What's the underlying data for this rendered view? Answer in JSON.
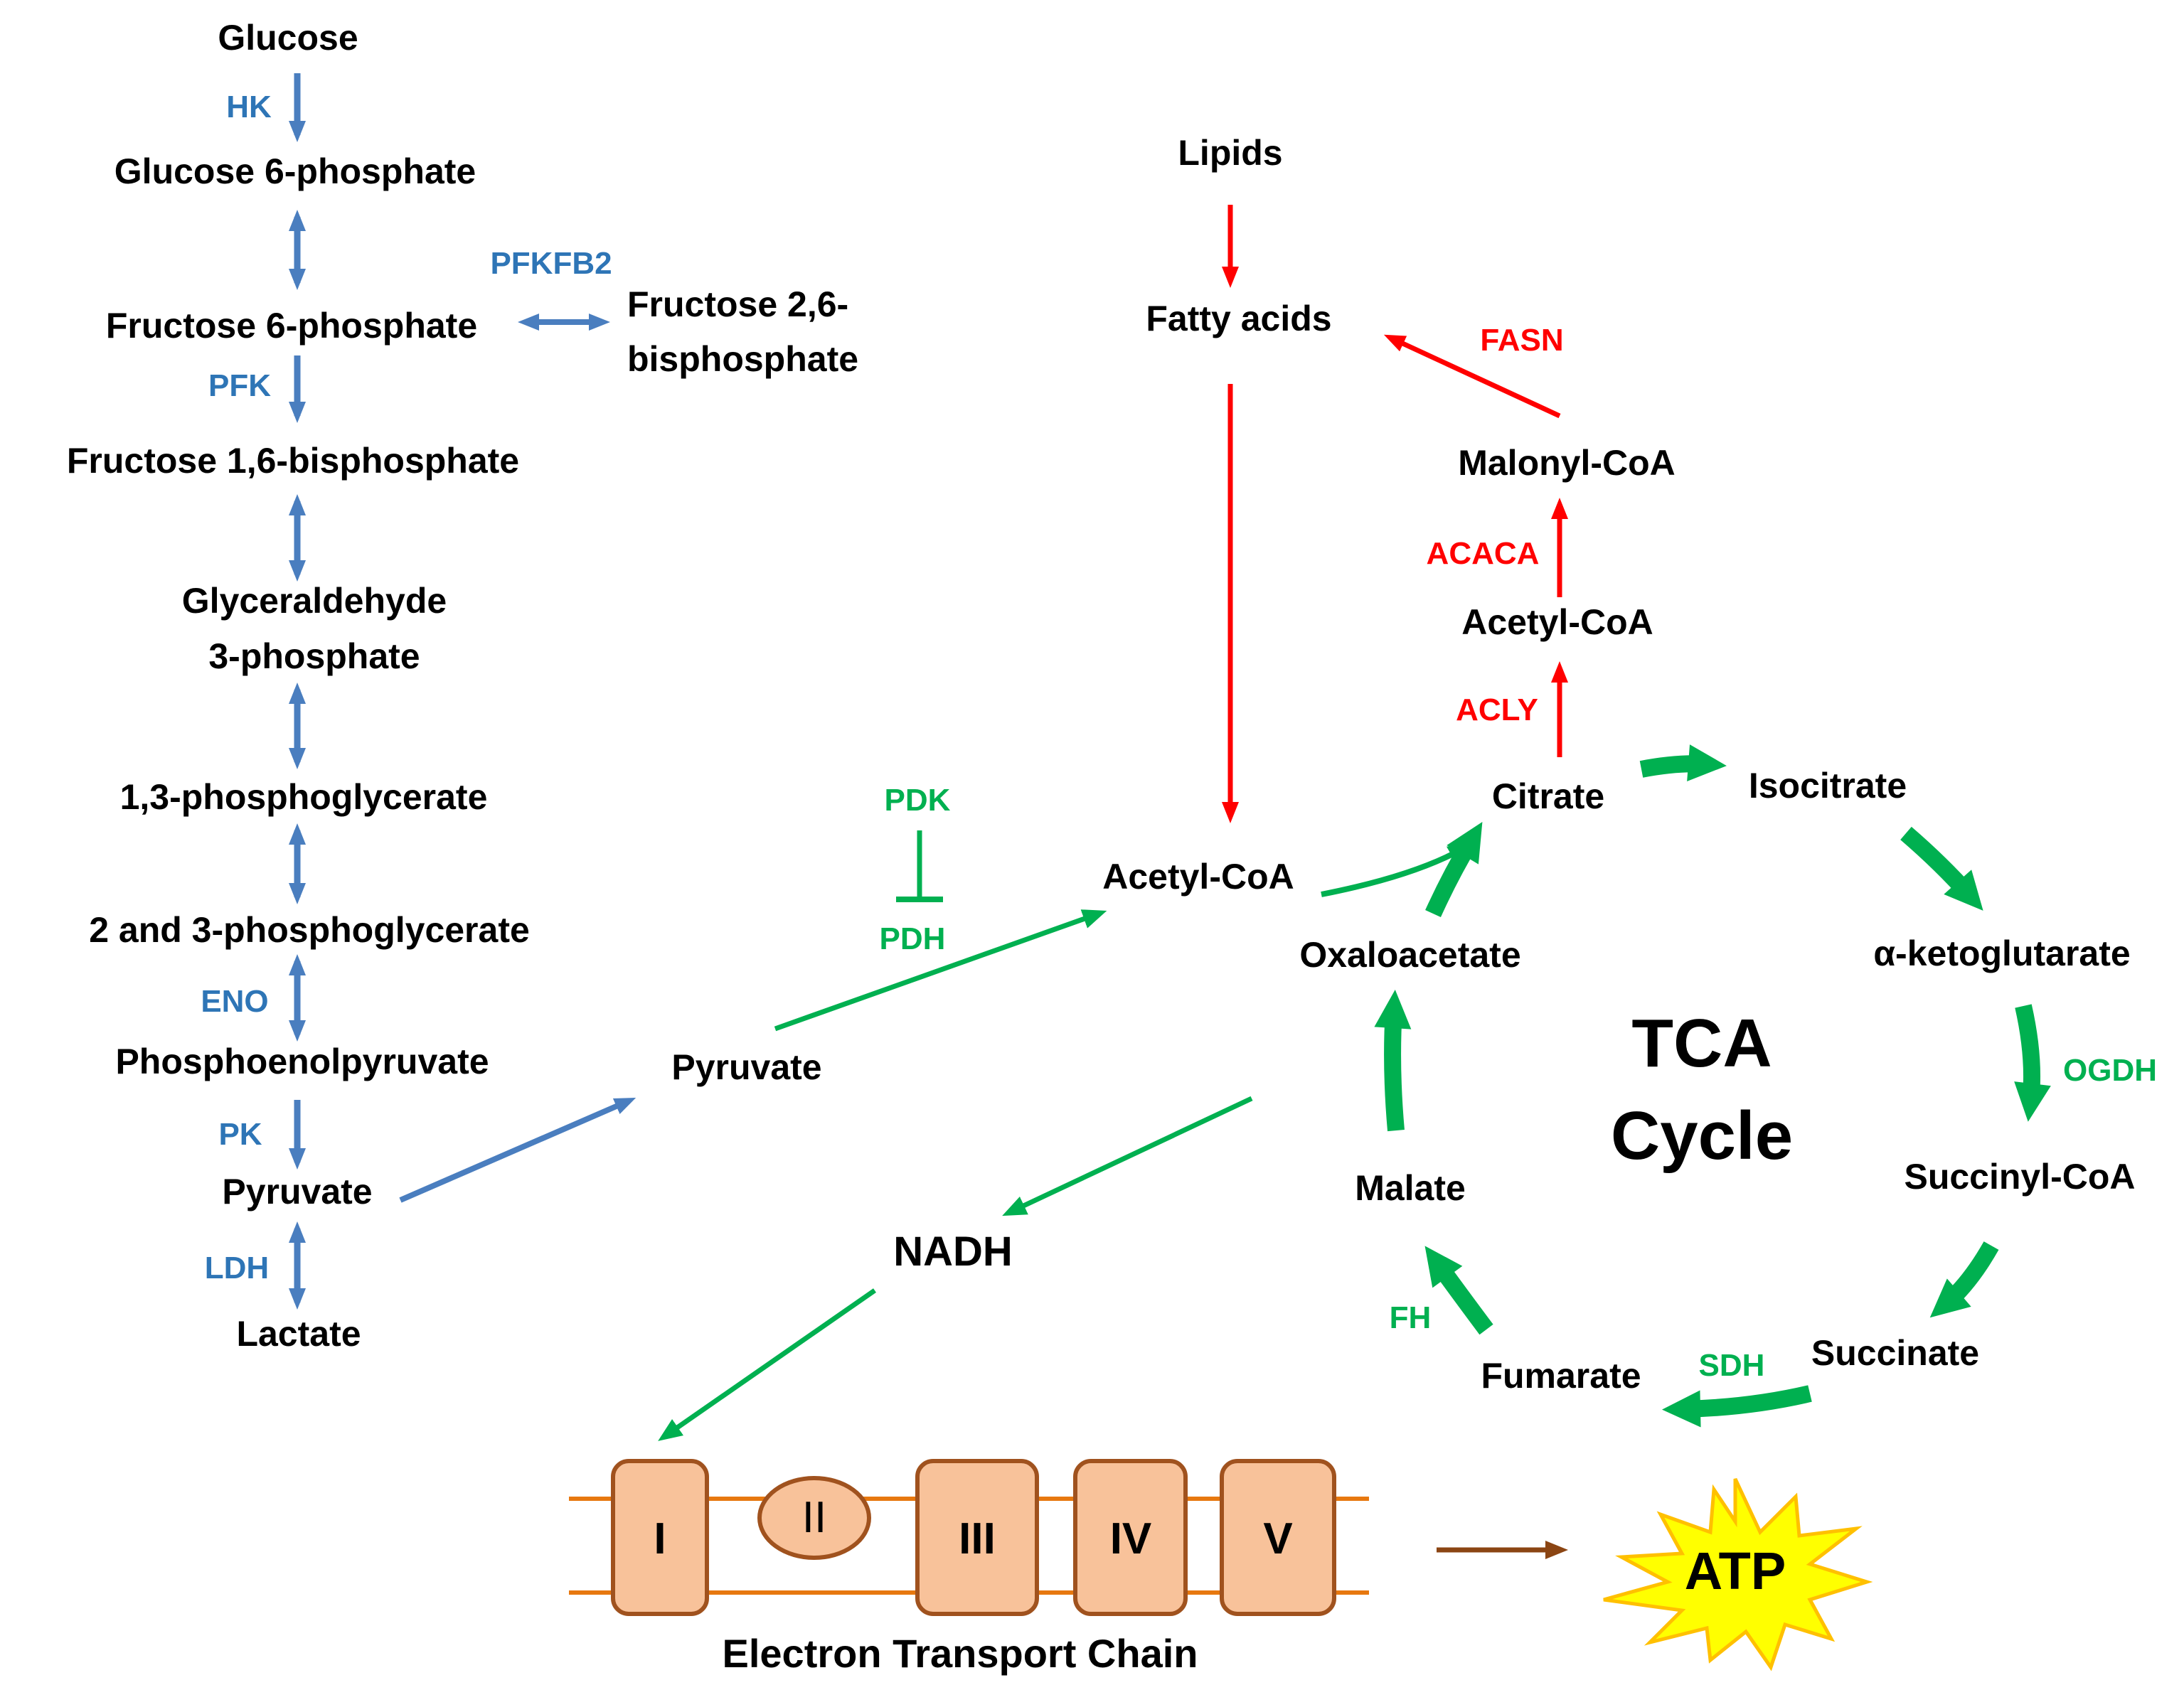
{
  "glycolysis": {
    "glucose": "Glucose",
    "hk": "HK",
    "glucose6p": "Glucose 6-phosphate",
    "fructose6p": "Fructose 6-phosphate",
    "pfkfb2": "PFKFB2",
    "fructose26bp_line1": "Fructose 2,6-",
    "fructose26bp_line2": "bisphosphate",
    "pfk": "PFK",
    "fructose16bp": "Fructose 1,6-bisphosphate",
    "g3p_line1": "Glyceraldehyde",
    "g3p_line2": "3-phosphate",
    "bpg13": "1,3-phosphoglycerate",
    "pg23": "2 and 3-phosphoglycerate",
    "eno": "ENO",
    "pep": "Phosphoenolpyruvate",
    "pk": "PK",
    "pyruvate": "Pyruvate",
    "ldh": "LDH",
    "lactate": "Lactate"
  },
  "link": {
    "pyruvate": "Pyruvate",
    "pdk": "PDK",
    "pdh": "PDH",
    "acetylcoa": "Acetyl-CoA",
    "nadh": "NADH"
  },
  "lipid": {
    "lipids": "Lipids",
    "fatty_acids": "Fatty acids",
    "fasn": "FASN",
    "malonylcoa": "Malonyl-CoA",
    "acaca": "ACACA",
    "acetylcoa": "Acetyl-CoA",
    "acly": "ACLY"
  },
  "tca": {
    "title_line1": "TCA",
    "title_line2": "Cycle",
    "citrate": "Citrate",
    "isocitrate": "Isocitrate",
    "akg": "α-ketoglutarate",
    "ogdh": "OGDH",
    "succinylcoa": "Succinyl-CoA",
    "succinate": "Succinate",
    "sdh": "SDH",
    "fumarate": "Fumarate",
    "fh": "FH",
    "malate": "Malate",
    "oxaloacetate": "Oxaloacetate"
  },
  "etc": {
    "complex1": "I",
    "complex2": "II",
    "complex3": "III",
    "complex4": "IV",
    "complex5": "V",
    "title": "Electron Transport Chain",
    "atp": "ATP"
  },
  "colors": {
    "glycolysis_blue": "#4a7ebf",
    "enzyme_blue": "#2e75b6",
    "lipid_red": "#ff0000",
    "tca_green": "#00b050",
    "complex_fill": "#f8c29a",
    "complex_stroke": "#a0521e",
    "membrane_orange": "#e7780f",
    "atp_yellow": "#ffff00",
    "atp_arrow_brown": "#8b4513"
  }
}
